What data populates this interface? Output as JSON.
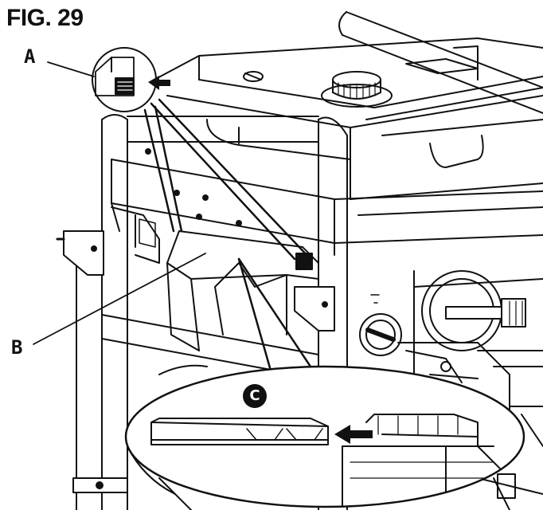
{
  "figure": {
    "title": "FIG. 29",
    "callouts": {
      "a": "A",
      "b": "B",
      "c": "C"
    }
  }
}
